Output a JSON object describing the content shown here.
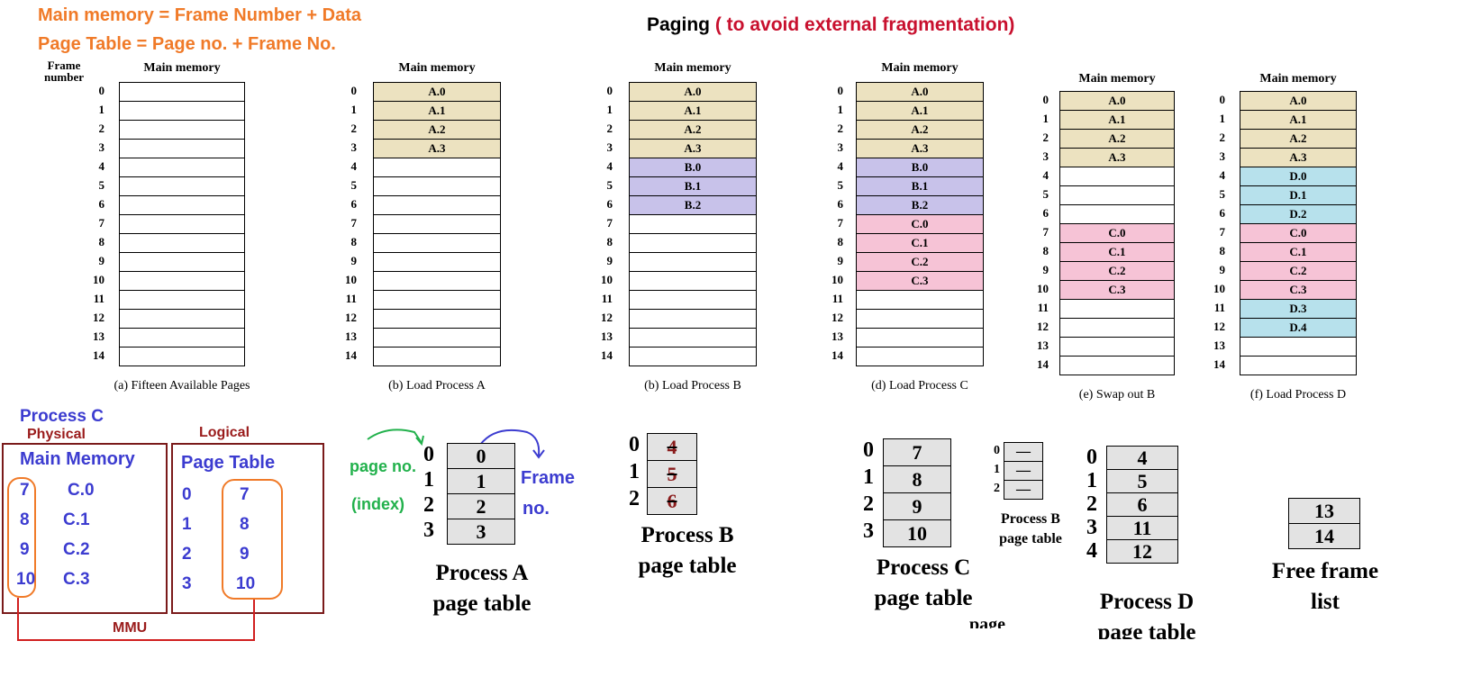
{
  "notes": {
    "line1": "Main memory = Frame Number + Data",
    "line2": "Page Table = Page no. + Frame No."
  },
  "title": {
    "main": "Paging",
    "sub": "( to avoid external fragmentation)"
  },
  "frame_number_label": "Frame number",
  "frame_numbers": [
    "0",
    "1",
    "2",
    "3",
    "4",
    "5",
    "6",
    "7",
    "8",
    "9",
    "10",
    "11",
    "12",
    "13",
    "14"
  ],
  "panels": [
    {
      "header": "Main memory",
      "caption": "(a) Fifteen Available Pages",
      "cells": [
        "",
        "",
        "",
        "",
        "",
        "",
        "",
        "",
        "",
        "",
        "",
        "",
        "",
        "",
        ""
      ]
    },
    {
      "header": "Main memory",
      "caption": "(b) Load Process A",
      "cells": [
        "A.0",
        "A.1",
        "A.2",
        "A.3",
        "",
        "",
        "",
        "",
        "",
        "",
        "",
        "",
        "",
        "",
        ""
      ]
    },
    {
      "header": "Main memory",
      "caption": "(b) Load Process B",
      "cells": [
        "A.0",
        "A.1",
        "A.2",
        "A.3",
        "B.0",
        "B.1",
        "B.2",
        "",
        "",
        "",
        "",
        "",
        "",
        "",
        ""
      ]
    },
    {
      "header": "Main memory",
      "caption": "(d) Load Process C",
      "cells": [
        "A.0",
        "A.1",
        "A.2",
        "A.3",
        "B.0",
        "B.1",
        "B.2",
        "C.0",
        "C.1",
        "C.2",
        "C.3",
        "",
        "",
        "",
        ""
      ]
    },
    {
      "header": "Main memory",
      "caption": "(e) Swap out B",
      "cells": [
        "A.0",
        "A.1",
        "A.2",
        "A.3",
        "",
        "",
        "",
        "C.0",
        "C.1",
        "C.2",
        "C.3",
        "",
        "",
        "",
        ""
      ]
    },
    {
      "header": "Main memory",
      "caption": "(f) Load Process D",
      "cells": [
        "A.0",
        "A.1",
        "A.2",
        "A.3",
        "D.0",
        "D.1",
        "D.2",
        "C.0",
        "C.1",
        "C.2",
        "C.3",
        "D.3",
        "D.4",
        "",
        ""
      ]
    }
  ],
  "colors": {
    "A": "#ece2c0",
    "B": "#c8c2ea",
    "C": "#f6c3d6",
    "D": "#b7e1ec",
    "orange": "#f07a28",
    "blue": "#3c3cd0",
    "darkred": "#7a1a1a",
    "red": "#d11f1f",
    "green": "#22b14c",
    "cell_gray": "#e3e3e3"
  },
  "mmu_box": {
    "process": "Process C",
    "physical": "Physical",
    "logical": "Logical",
    "main_memory": "Main Memory",
    "page_table": "Page Table",
    "frames": [
      "7",
      "8",
      "9",
      "10"
    ],
    "pages": [
      "C.0",
      "C.1",
      "C.2",
      "C.3"
    ],
    "page_index": [
      "0",
      "1",
      "2",
      "3"
    ],
    "mmu": "MMU"
  },
  "process_a": {
    "annot_page": "page no.",
    "annot_index": "(index)",
    "annot_frame": "Frame",
    "annot_no": "no.",
    "indices": [
      "0",
      "1",
      "2",
      "3"
    ],
    "frames": [
      "0",
      "1",
      "2",
      "3"
    ],
    "caption1": "Process A",
    "caption2": "page table"
  },
  "process_b": {
    "indices": [
      "0",
      "1",
      "2"
    ],
    "frames": [
      "4",
      "5",
      "6"
    ],
    "caption1": "Process B",
    "caption2": "page table",
    "small_frames": [
      "—",
      "—",
      "—"
    ],
    "small_caption1": "Process B",
    "small_caption2": "page table"
  },
  "process_c": {
    "indices": [
      "0",
      "1",
      "2",
      "3"
    ],
    "frames": [
      "7",
      "8",
      "9",
      "10"
    ],
    "caption1": "Process C",
    "caption2": "page table",
    "cutoff": "page"
  },
  "process_d": {
    "indices": [
      "0",
      "1",
      "2",
      "3",
      "4"
    ],
    "frames": [
      "4",
      "5",
      "6",
      "11",
      "12"
    ],
    "caption1": "Process D",
    "caption2": "page table"
  },
  "free_list": {
    "frames": [
      "13",
      "14"
    ],
    "caption1": "Free frame",
    "caption2": "list"
  }
}
